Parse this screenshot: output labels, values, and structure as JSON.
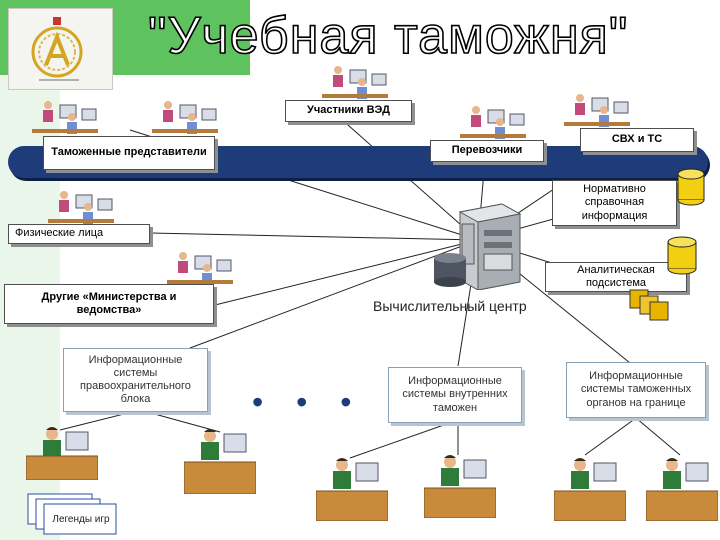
{
  "title": "\"Учебная таможня\"",
  "colors": {
    "bus": "#1f3c7a",
    "green": "#5ec35e",
    "gold": "#e8b400",
    "db": "#f2cf10"
  },
  "boxes": {
    "ved": "Участники ВЭД",
    "customs_reps": "Таможенные представители",
    "carriers": "Перевозчики",
    "svh": "СВХ и ТС",
    "reference_info": "Нормативно справочная информация",
    "individuals": "Физические лица",
    "analytics": "Аналитическая подсистема",
    "ministries": "Другие «Министерства и ведомства»",
    "law_enforcement": "Информационные системы правоохранительного блока",
    "internal_customs": "Информационные системы внутренних таможен",
    "border_customs": "Информационные системы таможенных органов на границе",
    "game_legends": "Легенды игр"
  },
  "computing_center": "Вычислительный центр",
  "ellipsis": "• • •",
  "icons": [
    "emblem-icon",
    "office-workers-icon",
    "clerk-at-desk-icon",
    "server-icon",
    "database-icon",
    "cube-stack-icon",
    "document-stack-icon"
  ]
}
